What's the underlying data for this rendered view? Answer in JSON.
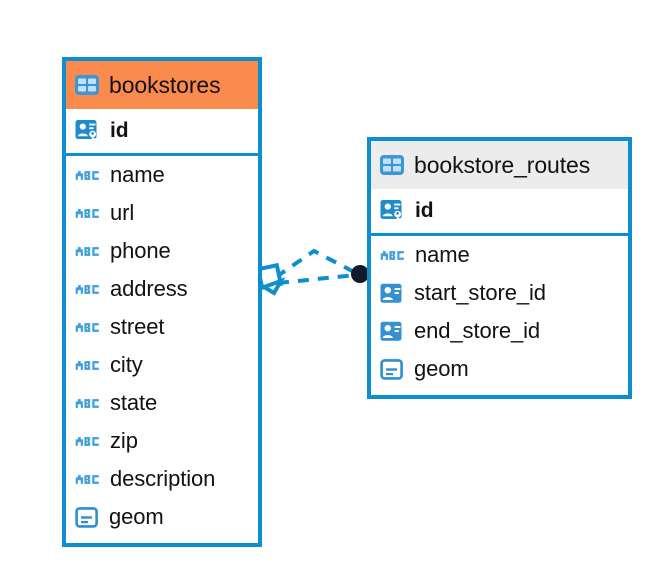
{
  "diagram": {
    "type": "entity-relationship-diagram",
    "background_color": "#ffffff",
    "accent_color": "#0d8ecf",
    "highlight_color": "#fb8a4f",
    "neutral_header_color": "#ececec"
  },
  "entities": [
    {
      "name": "bookstores",
      "header_color": "#fb8a4f",
      "table_icon": "table-icon",
      "primary_key": {
        "label": "id",
        "icon": "primary-key-icon"
      },
      "fields": [
        {
          "label": "name",
          "icon": "text-type-icon"
        },
        {
          "label": "url",
          "icon": "text-type-icon"
        },
        {
          "label": "phone",
          "icon": "text-type-icon"
        },
        {
          "label": "address",
          "icon": "text-type-icon"
        },
        {
          "label": "street",
          "icon": "text-type-icon"
        },
        {
          "label": "city",
          "icon": "text-type-icon"
        },
        {
          "label": "state",
          "icon": "text-type-icon"
        },
        {
          "label": "zip",
          "icon": "text-type-icon"
        },
        {
          "label": "description",
          "icon": "text-type-icon"
        },
        {
          "label": "geom",
          "icon": "geometry-type-icon"
        }
      ]
    },
    {
      "name": "bookstore_routes",
      "header_color": "#ececec",
      "table_icon": "table-icon",
      "primary_key": {
        "label": "id",
        "icon": "primary-key-icon"
      },
      "fields": [
        {
          "label": "name",
          "icon": "text-type-icon"
        },
        {
          "label": "start_store_id",
          "icon": "foreign-key-icon"
        },
        {
          "label": "end_store_id",
          "icon": "foreign-key-icon"
        },
        {
          "label": "geom",
          "icon": "geometry-type-icon"
        }
      ]
    }
  ],
  "relationship": {
    "name": "bookstores-to-bookstore-routes",
    "line_style": "dashed",
    "line_color": "#0d8ecf",
    "source_marker": "one-diamond-marker",
    "target_marker": "many-circle-marker",
    "target_marker_color": "#101a2b"
  }
}
